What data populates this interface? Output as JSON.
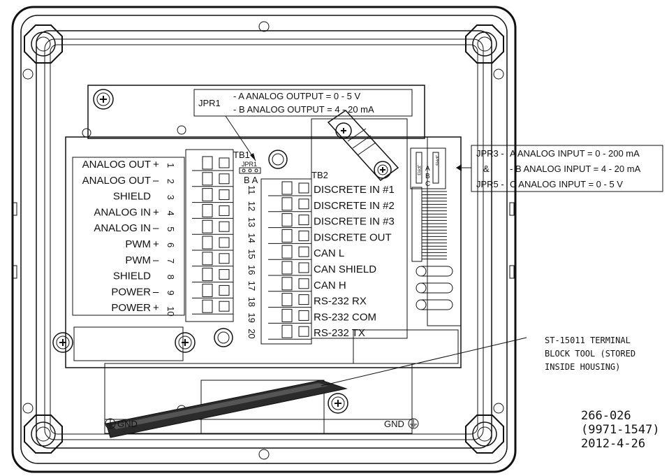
{
  "jpr1": {
    "name": "JPR1",
    "lines": [
      "- A  ANALOG OUTPUT = 0 - 5 V",
      "- B  ANALOG OUTPUT = 4 - 20 mA"
    ]
  },
  "jpr35": {
    "lines": [
      {
        "prefix": "JPR3 -",
        "text": "A  ANALOG INPUT = 0 - 200 mA"
      },
      {
        "prefix": "&",
        "text": "- B  ANALOG INPUT = 4 - 20 mA"
      },
      {
        "prefix": "JPR5 -",
        "text": "C  ANALOG INPUT = 0 - 5 V"
      }
    ]
  },
  "tb1": {
    "name": "TB1",
    "jumper_label": "JPR1",
    "jumper_pins": "B A",
    "terminals": [
      {
        "label": "ANALOG OUT",
        "sign": "+",
        "num": "1"
      },
      {
        "label": "ANALOG OUT",
        "sign": "–",
        "num": "2"
      },
      {
        "label": "SHIELD",
        "sign": "",
        "num": "3"
      },
      {
        "label": "ANALOG IN",
        "sign": "+",
        "num": "4"
      },
      {
        "label": "ANALOG IN",
        "sign": "–",
        "num": "5"
      },
      {
        "label": "PWM",
        "sign": "+",
        "num": "6"
      },
      {
        "label": "PWM",
        "sign": "–",
        "num": "7"
      },
      {
        "label": "SHIELD",
        "sign": "",
        "num": "8"
      },
      {
        "label": "POWER",
        "sign": "–",
        "num": "9"
      },
      {
        "label": "POWER",
        "sign": "+",
        "num": "10"
      }
    ]
  },
  "tb2": {
    "name": "TB2",
    "terminals": [
      {
        "label": "DISCRETE IN #1",
        "num": "11"
      },
      {
        "label": "DISCRETE IN #2",
        "num": "12"
      },
      {
        "label": "DISCRETE IN #3",
        "num": "13"
      },
      {
        "label": "DISCRETE OUT",
        "num": "14"
      },
      {
        "label": "CAN L",
        "num": "15"
      },
      {
        "label": "CAN SHIELD",
        "num": "16"
      },
      {
        "label": "CAN H",
        "num": "17"
      },
      {
        "label": "RS-232 RX",
        "num": "18"
      },
      {
        "label": "RS-232 COM",
        "num": "19"
      },
      {
        "label": "RS-232 TX",
        "num": "20"
      }
    ]
  },
  "jpr_small_labels": [
    "JPR3",
    "JPR5",
    "A",
    "B",
    "C"
  ],
  "tool_note": [
    "ST-15011 TERMINAL",
    "BLOCK TOOL (STORED",
    "INSIDE HOUSING)"
  ],
  "gnd_left": "GND",
  "gnd_right": "GND",
  "part_number": [
    "266-026",
    "(9971-1547)",
    "2012-4-26"
  ]
}
